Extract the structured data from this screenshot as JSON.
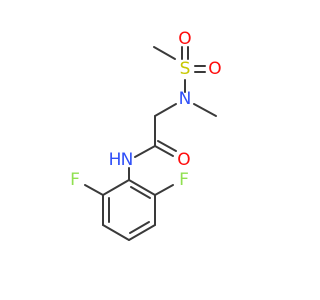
{
  "colors": {
    "bond": "#3a3a3a",
    "carbon": "#3a3a3a",
    "nitrogen": "#3050f8",
    "oxygen": "#ff0d0d",
    "sulfur": "#c8c800",
    "fluorine": "#90e050"
  },
  "atoms": {
    "o_top": "O",
    "s_sulfonyl": "S",
    "o_right": "O",
    "n_sulfonamide": "N",
    "n_amide": "N",
    "h_amide": "H",
    "o_carbonyl": "O",
    "f_left": "F",
    "f_right": "F"
  }
}
